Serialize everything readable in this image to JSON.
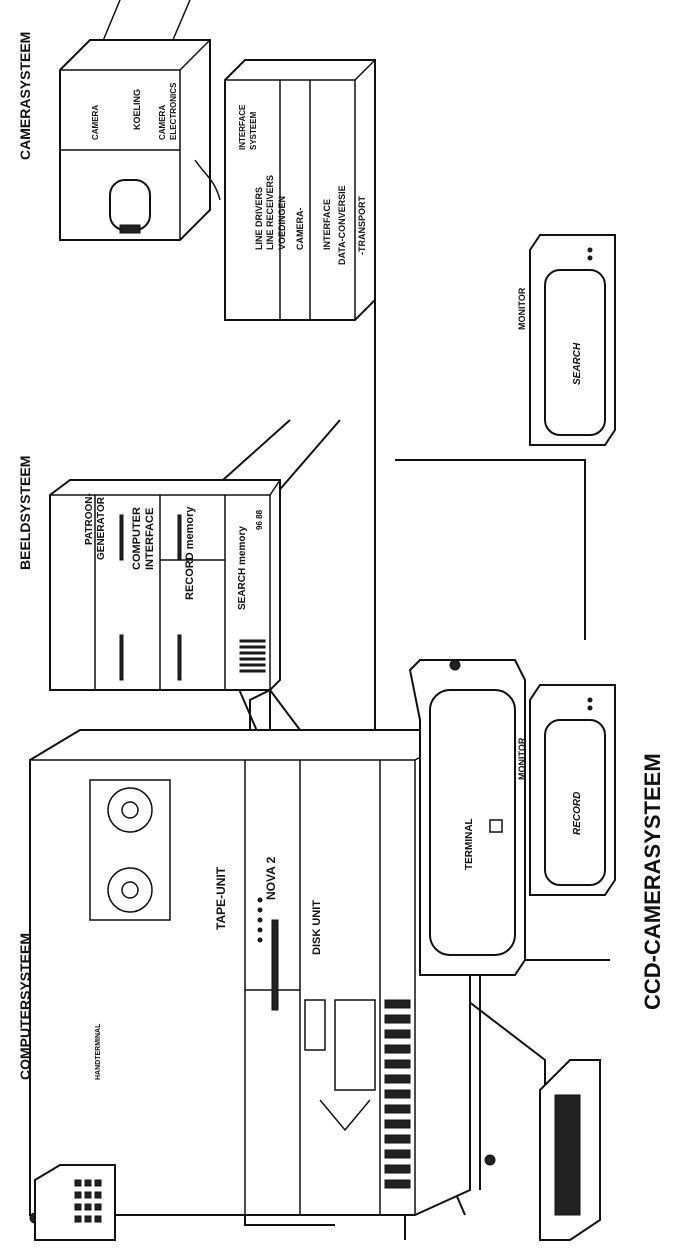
{
  "title": "CCD-CAMERASYSTEEM",
  "sections": {
    "computer": "COMPUTERSYSTEEM",
    "beeld": "BEELDSYSTEEM",
    "camera": "CAMERASYSTEEM"
  },
  "computer_units": {
    "tape": "TAPE-UNIT",
    "nova": "NOVA 2",
    "disk": "DISK UNIT",
    "handterminal": "HANDTERMINAL"
  },
  "beeld_units": {
    "patroon_1": "PATROON-",
    "patroon_2": "GENERATOR",
    "computer_if_1": "COMPUTER",
    "computer_if_2": "INTERFACE",
    "record": "RECORD memory",
    "search": "SEARCH memory",
    "code": "96 88"
  },
  "camera_units": {
    "camera": "CAMERA",
    "koeling": "KOELING",
    "electronics_1": "CAMERA",
    "electronics_2": "ELECTRONICS",
    "interface_1": "INTERFACE",
    "interface_2": "SYSTEEM",
    "line_drivers": "LINE DRIVERS",
    "line_receivers": "LINE RECEIVERS",
    "voedingen": "VOEDINGEN",
    "camera_if_1": "CAMERA-",
    "camera_if_2": "INTERFACE",
    "data_1": "DATA-CONVERSIE",
    "data_2": "-TRANSPORT"
  },
  "peripherals": {
    "terminal": "TERMINAL",
    "monitor_1": "MONITOR",
    "monitor_1_screen": "RECORD",
    "monitor_2": "MONITOR",
    "monitor_2_screen": "SEARCH"
  }
}
